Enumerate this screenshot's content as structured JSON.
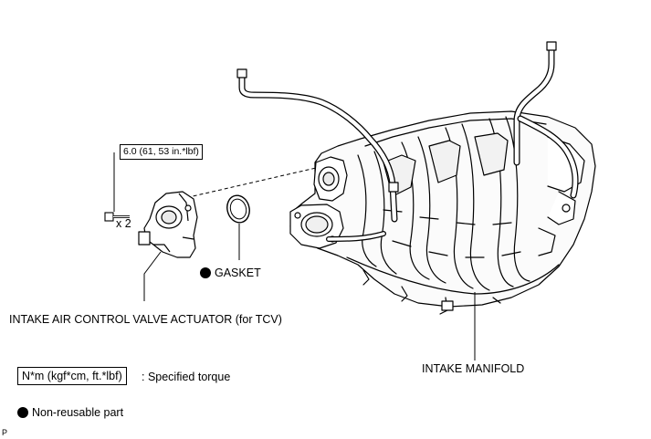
{
  "labels": {
    "torque_value": "6.0 (61, 53 in.*lbf)",
    "bolt_qty": "x 2",
    "gasket": "GASKET",
    "actuator": "INTAKE AIR CONTROL VALVE ACTUATOR (for TCV)",
    "manifold": "INTAKE MANIFOLD"
  },
  "legend": {
    "torque_units": "N*m (kgf*cm, ft.*lbf)",
    "torque_desc": ": Specified torque",
    "nonreusable_desc": "Non-reusable part"
  },
  "corner_mark": "P",
  "colors": {
    "line": "#000000",
    "background": "#ffffff",
    "fill_light": "#ffffff",
    "fill_shade": "#e8e8e8"
  }
}
